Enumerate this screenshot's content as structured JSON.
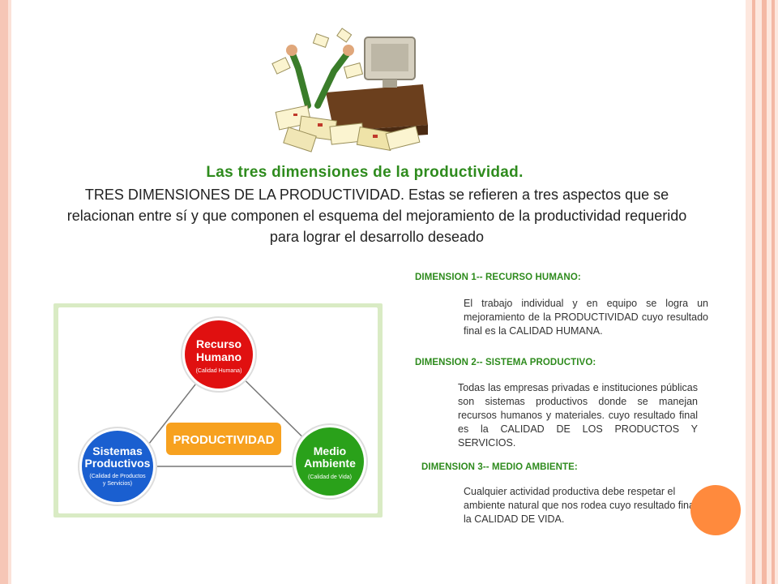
{
  "slide": {
    "title": "Las tres dimensiones de la productividad.",
    "intro": "TRES DIMENSIONES DE LA PRODUCTIVIDAD. Estas se refieren a tres aspectos que se relacionan entre sí y que componen el esquema del mejoramiento de la productividad requerido para lograr el desarrollo deseado"
  },
  "dimensions": [
    {
      "heading": "DIMENSION 1-- RECURSO HUMANO:",
      "text": "El trabajo individual y en equipo se logra un mejoramiento de la PRODUCTIVIDAD cuyo resultado final es la CALIDAD HUMANA."
    },
    {
      "heading": "DIMENSION 2-- SISTEMA PRODUCTIVO:",
      "text": "Todas las empresas privadas e instituciones públicas son sistemas productivos donde se manejan recursos humanos y materiales. cuyo resultado final es la CALIDAD DE LOS PRODUCTOS Y SERVICIOS."
    },
    {
      "heading": "DIMENSION 3-- MEDIO AMBIENTE:",
      "text": "Cualquier actividad productiva debe respetar el ambiente natural que nos rodea cuyo resultado final es la CALIDAD DE VIDA."
    }
  ],
  "diagram": {
    "center": "PRODUCTIVIDAD",
    "top": {
      "line1": "Recurso",
      "line2": "Humano",
      "sub": "(Calidad Humana)"
    },
    "left": {
      "line1": "Sistemas",
      "line2": "Productivos",
      "sub1": "(Calidad de Productos",
      "sub2": "y Servicios)"
    },
    "right": {
      "line1": "Medio",
      "line2": "Ambiente",
      "sub": "(Calidad de Vida)"
    }
  },
  "colors": {
    "title_green": "#2e8b1d",
    "red_circle": "#e01010",
    "blue_circle": "#1a5fd0",
    "green_circle": "#2aa11a",
    "center_box": "#f7a11f",
    "accent_dot": "#ff8a3d"
  },
  "icons": {
    "top_illustration": "paperwork-overload-illustration"
  }
}
